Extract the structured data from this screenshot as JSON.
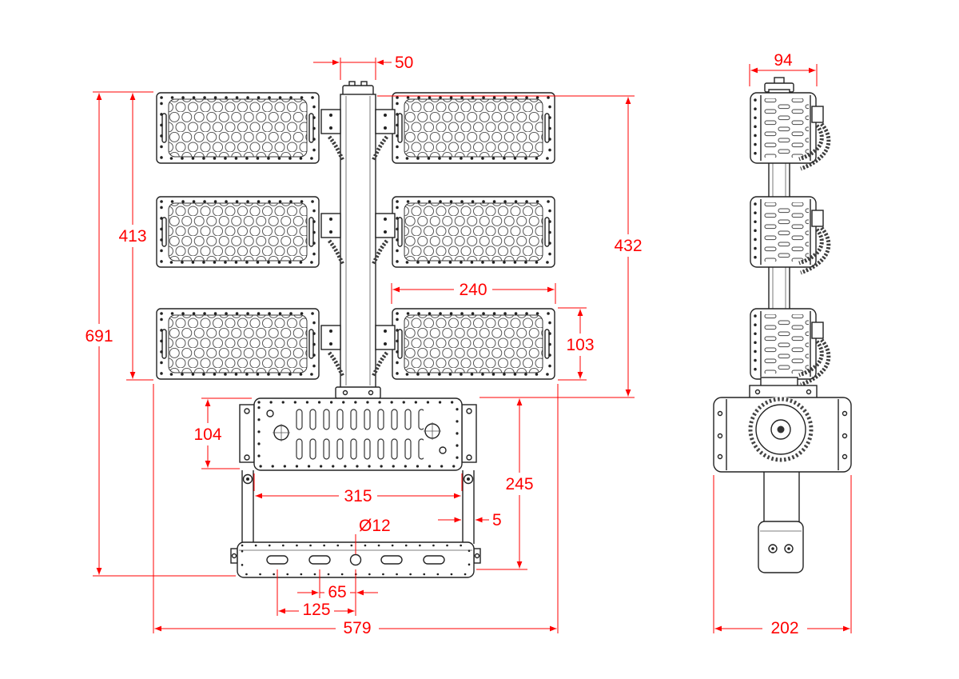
{
  "dimensions": {
    "pole_width": "50",
    "side_module_width": "94",
    "module_stack_height": "413",
    "overall_height": "691",
    "head_assembly_height": "432",
    "module_width": "240",
    "module_height": "103",
    "bracket_plate_height": "104",
    "bracket_inner_width": "315",
    "bracket_assembly_height": "245",
    "arm_thickness": "5",
    "mount_hole_diameter": "Ø12",
    "slot_offset_inner": "65",
    "slot_offset_outer": "125",
    "overall_width": "579",
    "side_overall_depth": "202"
  },
  "colors": {
    "dimension_lines": "#ff0000",
    "drawing_lines": "#222222",
    "background": "#ffffff"
  }
}
